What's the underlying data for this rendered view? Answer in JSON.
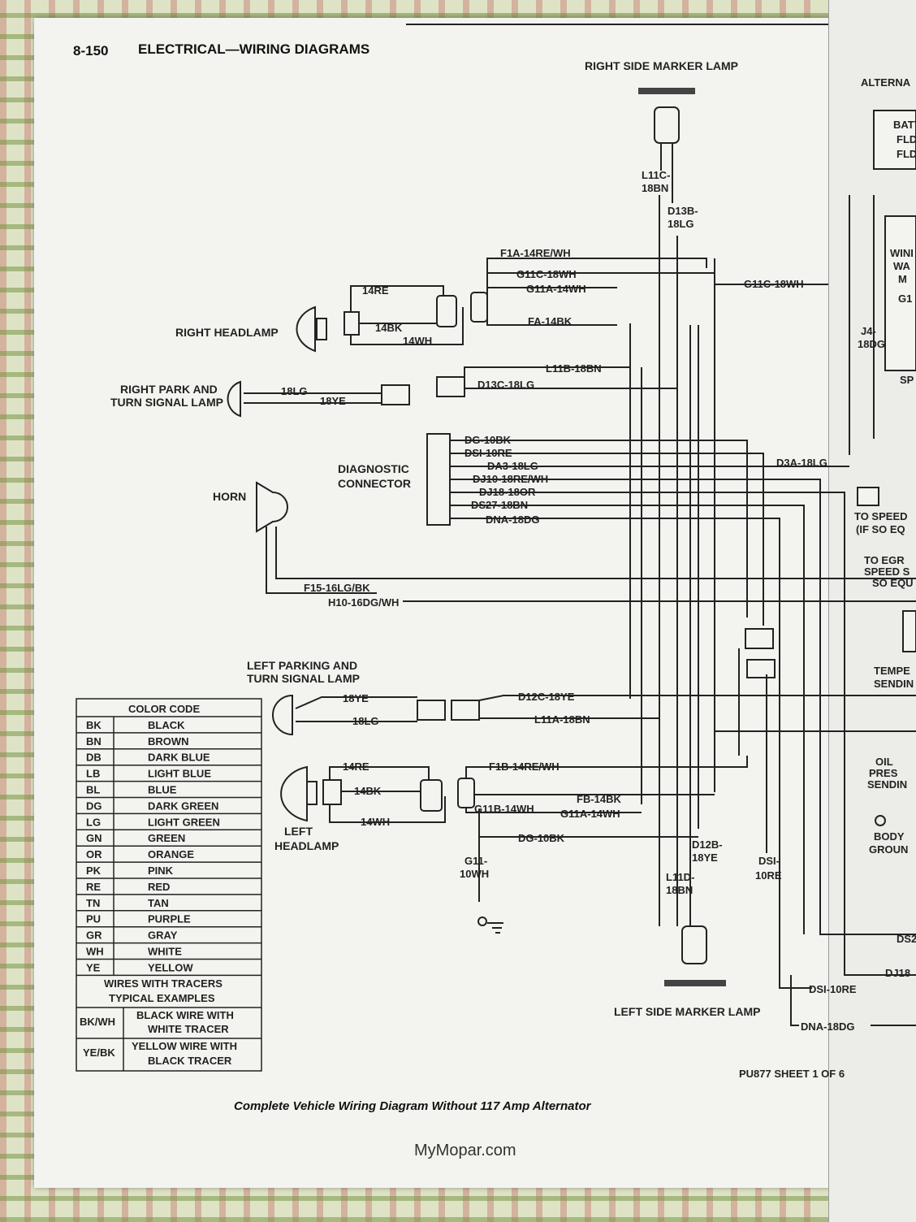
{
  "header": {
    "page_number": "8-150",
    "title": "ELECTRICAL—WIRING DIAGRAMS"
  },
  "components": {
    "right_side_marker_lamp": "RIGHT SIDE MARKER LAMP",
    "right_headlamp": "RIGHT HEADLAMP",
    "right_park_line1": "RIGHT PARK AND",
    "right_park_line2": "TURN SIGNAL LAMP",
    "diag_line1": "DIAGNOSTIC",
    "diag_line2": "CONNECTOR",
    "horn": "HORN",
    "left_park_line1": "LEFT PARKING AND",
    "left_park_line2": "TURN SIGNAL LAMP",
    "left_headlamp_line1": "LEFT",
    "left_headlamp_line2": "HEADLAMP",
    "left_side_marker_lamp": "LEFT SIDE MARKER LAMP"
  },
  "right_edge": {
    "alternator": "ALTERNA",
    "batt": "BATT",
    "fld1": "FLD",
    "fld2": "FLD",
    "wini": "WINI",
    "wa": "WA",
    "m": "M",
    "g1": "G1",
    "sp": "SP",
    "to_speed": "TO SPEED",
    "if_so_eq": "(IF SO EQ",
    "to_egr": "TO EGR",
    "speed_s": "SPEED S",
    "so_equ": "SO EQU",
    "tempe": "TEMPE",
    "sendin": "SENDIN",
    "oil": "OIL",
    "pres": "PRES",
    "sending": "SENDIN",
    "body": "BODY",
    "groun": "GROUN",
    "ds2": "DS2",
    "dj18": "DJ18"
  },
  "wires": {
    "l11c_a": "L11C-",
    "l11c_b": "18BN",
    "d13b_a": "D13B-",
    "d13b_b": "18LG",
    "f1a": "F1A-14RE/WH",
    "g11c": "G11C-18WH",
    "g11c_right": "G11C-18WH",
    "g11a_top": "G11A-14WH",
    "fa": "FA-14BK",
    "re14_top": "14RE",
    "bk14_top": "14BK",
    "wh14_top": "14WH",
    "j4_a": "J4-",
    "j4_b": "18DG",
    "l11b": "L11B-18BN",
    "lg18": "18LG",
    "ye18": "18YE",
    "d13c": "D13C-18LG",
    "dg10bk_top": "DG-10BK",
    "dsi10re_top": "DSI-10RE",
    "da3": "DA3-18LG",
    "d3a": "D3A-18LG",
    "dj10": "DJ10-18RE/WH",
    "dj18": "DJ18-18OR",
    "ds27": "DS27-18BN",
    "dna_top": "DNA-18DG",
    "f15": "F15-16LG/BK",
    "h10": "H10-16DG/WH",
    "ye18_left": "18YE",
    "lg18_left": "18LG",
    "d12c": "D12C-18YE",
    "l11a": "L11A-18BN",
    "re14_bot": "14RE",
    "bk14_bot": "14BK",
    "wh14_bot": "14WH",
    "f1b": "F1B-14RE/WH",
    "fb": "FB-14BK",
    "g11b": "G11B-14WH",
    "g11a_bot": "G11A-14WH",
    "dg10bk_bot": "DG-10BK",
    "g11_a": "G11-",
    "g11_b": "10WH",
    "d12b_a": "D12B-",
    "d12b_b": "18YE",
    "l11d_a": "L11D-",
    "l11d_b": "18BN",
    "dsi_a": "DSI-",
    "dsi_b": "10RE",
    "dsi10re_bot": "DSI-10RE",
    "dna_bot": "DNA-18DG"
  },
  "color_code": {
    "title": "COLOR CODE",
    "rows": [
      {
        "code": "BK",
        "color": "BLACK"
      },
      {
        "code": "BN",
        "color": "BROWN"
      },
      {
        "code": "DB",
        "color": "DARK BLUE"
      },
      {
        "code": "LB",
        "color": "LIGHT BLUE"
      },
      {
        "code": "BL",
        "color": "BLUE"
      },
      {
        "code": "DG",
        "color": "DARK GREEN"
      },
      {
        "code": "LG",
        "color": "LIGHT GREEN"
      },
      {
        "code": "GN",
        "color": "GREEN"
      },
      {
        "code": "OR",
        "color": "ORANGE"
      },
      {
        "code": "PK",
        "color": "PINK"
      },
      {
        "code": "RE",
        "color": "RED"
      },
      {
        "code": "TN",
        "color": "TAN"
      },
      {
        "code": "PU",
        "color": "PURPLE"
      },
      {
        "code": "GR",
        "color": "GRAY"
      },
      {
        "code": "WH",
        "color": "WHITE"
      },
      {
        "code": "YE",
        "color": "YELLOW"
      }
    ],
    "tracers_line1": "WIRES WITH TRACERS",
    "tracers_line2": "TYPICAL EXAMPLES",
    "examples": [
      {
        "code": "BK/WH",
        "line1": "BLACK WIRE WITH",
        "line2": "WHITE TRACER"
      },
      {
        "code": "YE/BK",
        "line1": "YELLOW WIRE WITH",
        "line2": "BLACK TRACER"
      }
    ]
  },
  "footer": {
    "sheet": "PU877  SHEET 1 OF 6",
    "caption": "Complete Vehicle Wiring Diagram Without 117 Amp Alternator",
    "website": "MyMopar.com"
  }
}
